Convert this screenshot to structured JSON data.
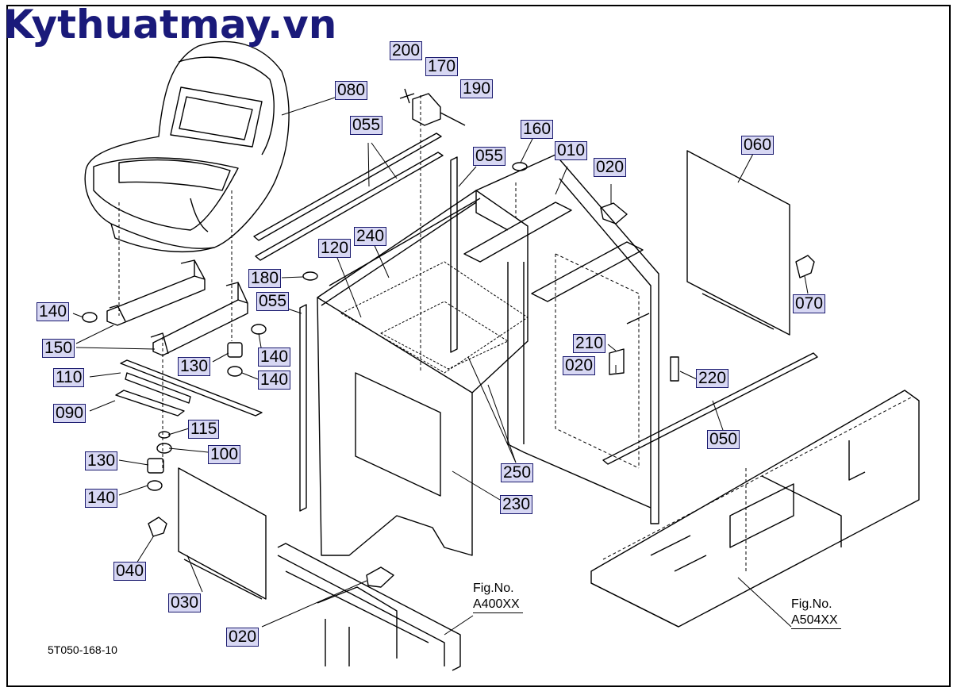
{
  "watermark": "Kythuatmay.vn",
  "colors": {
    "watermark": "#1a1a7a",
    "tag_fill": "#d7d7f3",
    "tag_border": "#1a1a6e"
  },
  "parts": {
    "p200": "200",
    "p170": "170",
    "p190": "190",
    "p080": "080",
    "p055a": "055",
    "p160": "160",
    "p055b": "055",
    "p010": "010",
    "p020a": "020",
    "p060": "060",
    "p120": "120",
    "p240": "240",
    "p180": "180",
    "p055c": "055",
    "p140a": "140",
    "p150": "150",
    "p140b": "140",
    "p130a": "130",
    "p140c": "140",
    "p070": "070",
    "p110": "110",
    "p210": "210",
    "p020b": "020",
    "p220": "220",
    "p090": "090",
    "p115": "115",
    "p050": "050",
    "p130b": "130",
    "p100": "100",
    "p250": "250",
    "p140d": "140",
    "p230": "230",
    "p040": "040",
    "p030": "030",
    "p020c": "020"
  },
  "refs": {
    "fig_a400_line1": "Fig.No.",
    "fig_a400_line2": "A400XX",
    "fig_a504_line1": "Fig.No.",
    "fig_a504_line2": "A504XX"
  },
  "drawing_code": "5T050-168-10"
}
